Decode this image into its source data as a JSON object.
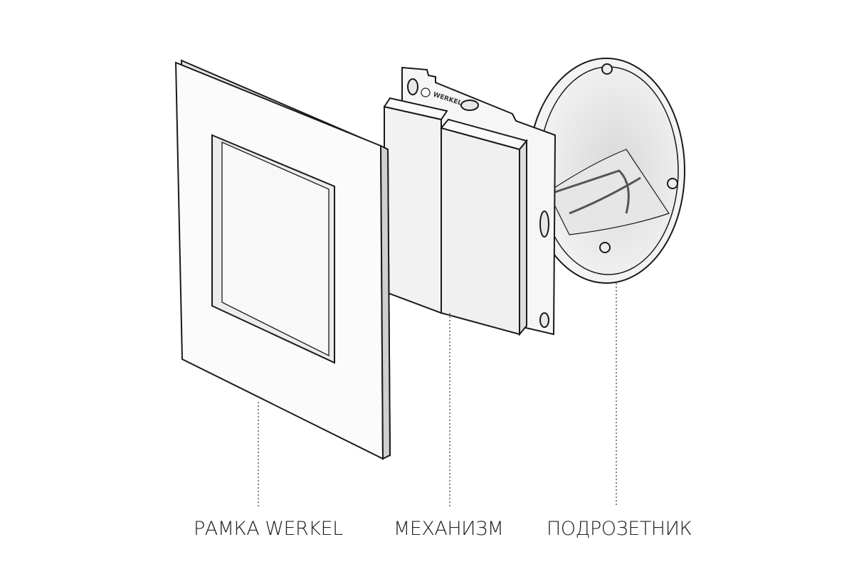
{
  "labels": {
    "frame": "РАМКА WERKEL",
    "mechanism": "МЕХАНИЗМ",
    "box": "ПОДРОЗЕТНИК"
  },
  "logo_text": "WERKEL",
  "colors": {
    "line": "#1a1a1a",
    "fill": "#f7f7f7",
    "shade": "#e2e2e2"
  }
}
